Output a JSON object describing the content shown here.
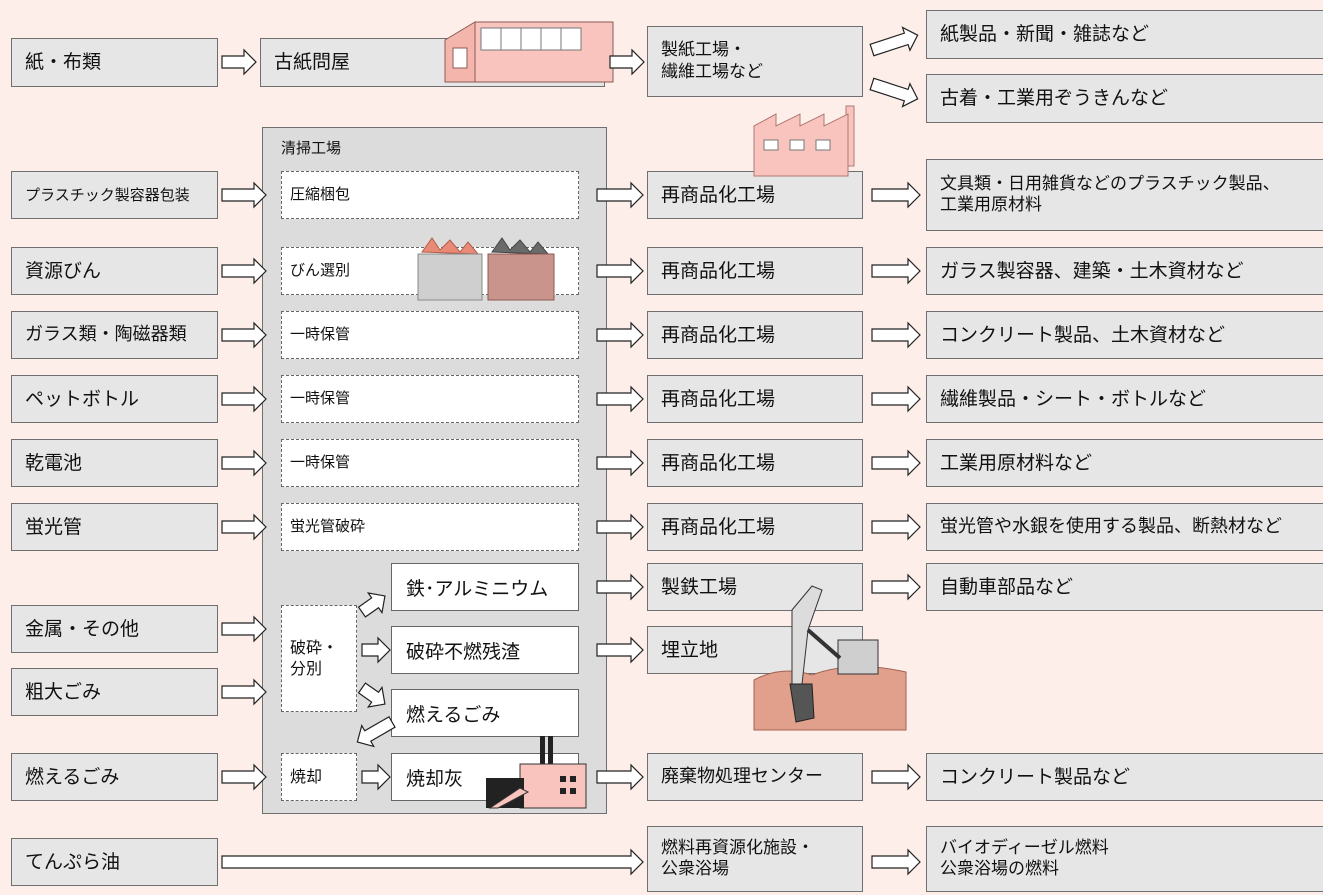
{
  "top": {
    "source": "紙・布類",
    "dealer": "古紙問屋",
    "factory": "製紙工場・繊維工場など",
    "factory_lines": [
      "製紙工場・",
      "繊維工場など"
    ],
    "out1": "紙製品・新聞・雑誌など",
    "out2": "古着・工業用ぞうきんなど"
  },
  "plant": {
    "title": "清掃工場",
    "processes": [
      {
        "label": "圧縮梱包"
      },
      {
        "label": "びん選別"
      },
      {
        "label": "一時保管"
      },
      {
        "label": "一時保管"
      },
      {
        "label": "一時保管"
      },
      {
        "label": "蛍光管破砕"
      }
    ],
    "crush_lines": [
      "破砕・",
      "分別"
    ],
    "iron_al": "鉄･アルミニウム",
    "crush_residue": "破砕不燃残渣",
    "burnable": "燃えるごみ",
    "incinerate": "焼却",
    "ash": "焼却灰"
  },
  "rows": [
    {
      "source": "プラスチック製容器包装",
      "dest": "再商品化工場",
      "product": "文具類・日用雑貨などのプラスチック製品、工業用原材料",
      "product_lines": [
        "文具類・日用雑貨などのプラスチック製品、",
        "工業用原材料"
      ]
    },
    {
      "source": "資源びん",
      "dest": "再商品化工場",
      "product": "ガラス製容器、建築・土木資材など"
    },
    {
      "source": "ガラス類・陶磁器類",
      "dest": "再商品化工場",
      "product": "コンクリート製品、土木資材など"
    },
    {
      "source": "ペットボトル",
      "dest": "再商品化工場",
      "product": "繊維製品・シート・ボトルなど"
    },
    {
      "source": "乾電池",
      "dest": "再商品化工場",
      "product": "工業用原材料など"
    },
    {
      "source": "蛍光管",
      "dest": "再商品化工場",
      "product": "蛍光管や水銀を使用する製品、断熱材など"
    }
  ],
  "metal": {
    "source": "金属・その他",
    "dest": "製鉄工場",
    "product": "自動車部品など"
  },
  "bulky": {
    "source": "粗大ごみ",
    "dest": "埋立地"
  },
  "burn": {
    "source": "燃えるごみ",
    "dest": "廃棄物処理センター",
    "product": "コンクリート製品など"
  },
  "oil": {
    "source": "てんぷら油",
    "dest": "燃料再資源化施設・公衆浴場",
    "dest_lines": [
      "燃料再資源化施設・",
      "公衆浴場"
    ],
    "product": "バイオディーゼル燃料 公衆浴場の燃料",
    "product_lines": [
      "バイオディーゼル燃料",
      "公衆浴場の燃料"
    ]
  }
}
